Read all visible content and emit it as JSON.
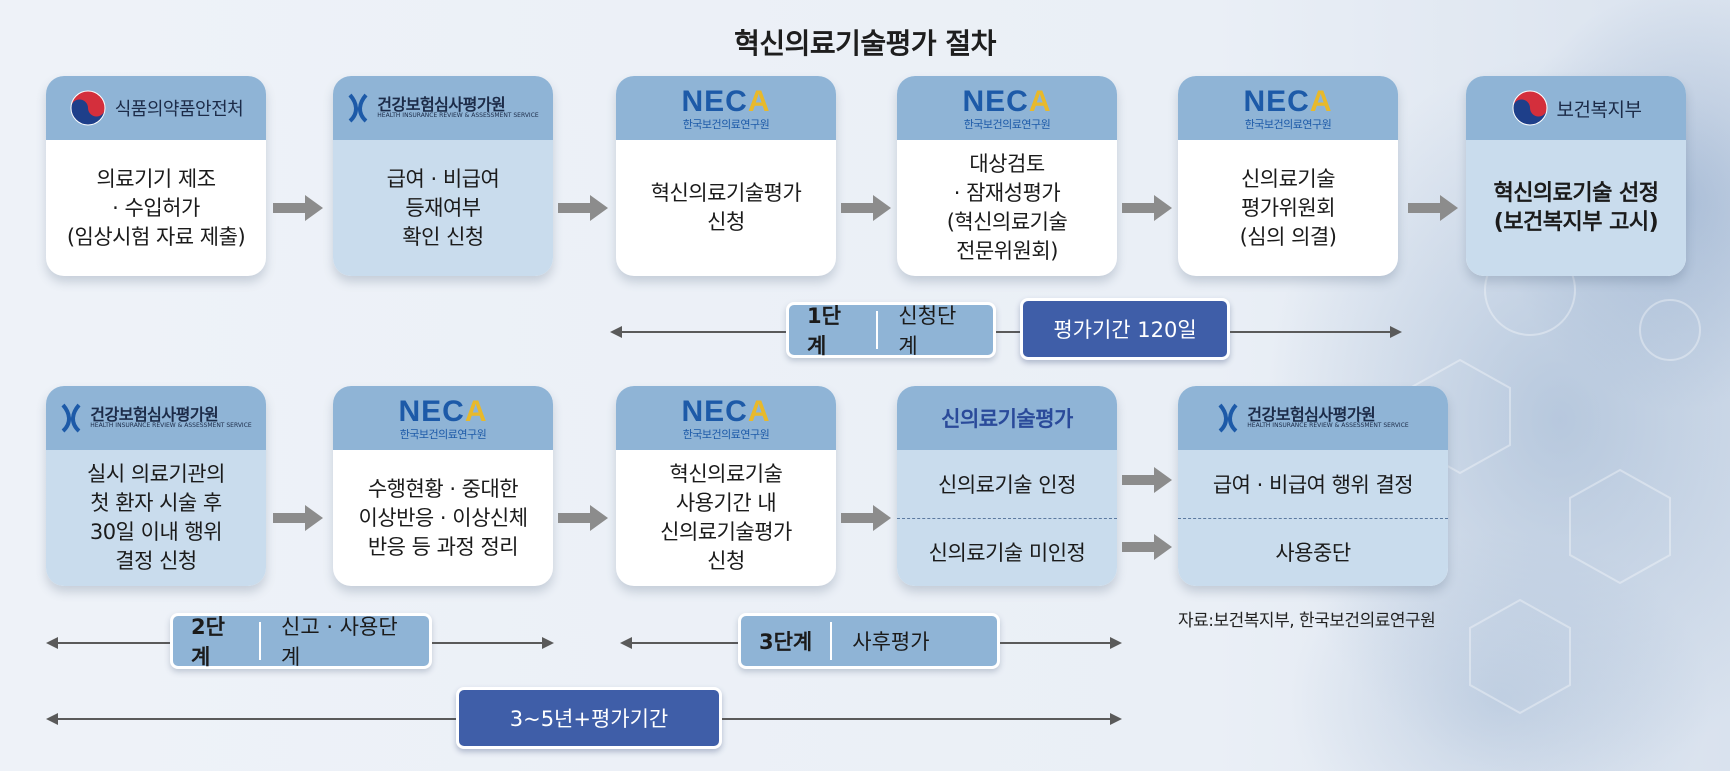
{
  "title": "혁신의료기술평가 절차",
  "colors": {
    "card_head": "#8fb4d6",
    "card_body_blue": "#c9dced",
    "stage_fill": "#8fb4d6",
    "period_fill": "#3f5ea8",
    "neca_blue": "#1d5aa8",
    "neca_yellow": "#e8b92b"
  },
  "row1": [
    {
      "org": "식품의약품안전처",
      "text": "의료기기 제조\n· 수입허가\n(임상시험 자료 제출)"
    },
    {
      "org": "건강보험심사평가원",
      "org_sub": "HEALTH INSURANCE REVIEW & ASSESSMENT SERVICE",
      "text": "급여 · 비급여\n등재여부\n확인 신청"
    },
    {
      "org": "NECA",
      "org_sub": "한국보건의료연구원",
      "text": "혁신의료기술평가\n신청"
    },
    {
      "org": "NECA",
      "org_sub": "한국보건의료연구원",
      "text": "대상검토\n· 잠재성평가\n(혁신의료기술\n전문위원회)"
    },
    {
      "org": "NECA",
      "org_sub": "한국보건의료연구원",
      "text": "신의료기술\n평가위원회\n(심의 의결)"
    },
    {
      "org": "보건복지부",
      "text": "혁신의료기술 선정\n(보건복지부 고시)"
    }
  ],
  "row2": [
    {
      "org": "건강보험심사평가원",
      "org_sub": "HEALTH INSURANCE REVIEW & ASSESSMENT SERVICE",
      "text": "실시 의료기관의\n첫 환자 시술 후\n30일 이내 행위\n결정 신청"
    },
    {
      "org": "NECA",
      "org_sub": "한국보건의료연구원",
      "text": "수행현황 · 중대한\n이상반응 · 이상신체\n반응 등 과정 정리"
    },
    {
      "org": "NECA",
      "org_sub": "한국보건의료연구원",
      "text": "혁신의료기술\n사용기간 내\n신의료기술평가\n신청"
    },
    {
      "org": "신의료기술평가",
      "top": "신의료기술 인정",
      "bottom": "신의료기술 미인정"
    },
    {
      "org": "건강보험심사평가원",
      "org_sub": "HEALTH INSURANCE REVIEW & ASSESSMENT SERVICE",
      "top": "급여 · 비급여 행위 결정",
      "bottom": "사용중단"
    }
  ],
  "stage1": {
    "num": "1단계",
    "label": "신청단계"
  },
  "period1": "평가기간 120일",
  "stage2": {
    "num": "2단계",
    "label": "신고 · 사용단계"
  },
  "stage3": {
    "num": "3단계",
    "label": "사후평가"
  },
  "period2": "3~5년+평가기간",
  "source": "자료:보건복지부, 한국보건의료연구원"
}
